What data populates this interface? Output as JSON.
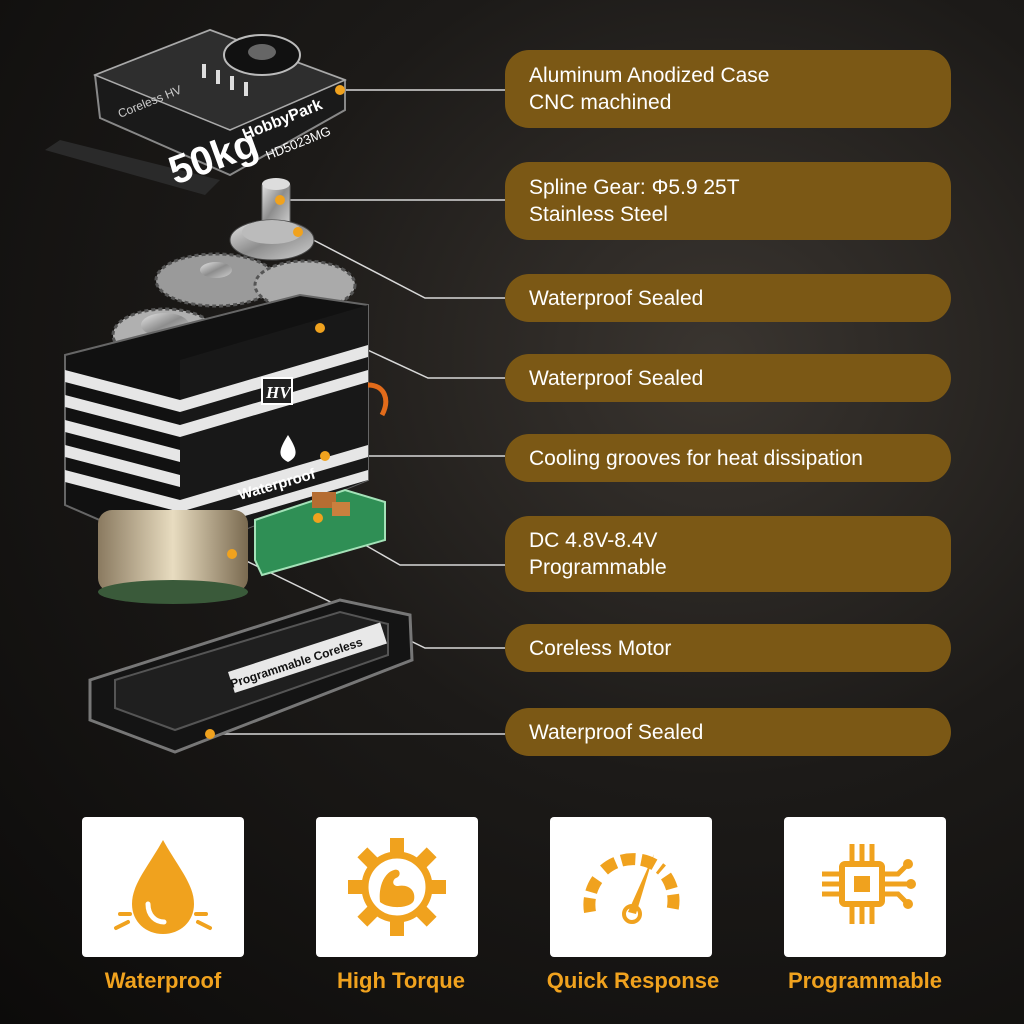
{
  "product": {
    "brand": "HobbyPark",
    "model": "HD5023MG",
    "variant": "Coreless HV",
    "torque": "50kg",
    "case_badge": "HV",
    "waterproof_mark": "Waterproof",
    "bottom_cover_text": "Programmable Coreless"
  },
  "callouts": [
    {
      "line1": "Aluminum Anodized Case",
      "line2": "CNC machined"
    },
    {
      "line1": "Spline Gear: Φ5.9 25T",
      "line2": "Stainless Steel"
    },
    {
      "line1": "Waterproof  Sealed",
      "line2": ""
    },
    {
      "line1": "Waterproof  Sealed",
      "line2": ""
    },
    {
      "line1": "Cooling grooves for heat dissipation",
      "line2": ""
    },
    {
      "line1": "DC 4.8V-8.4V",
      "line2": "Programmable"
    },
    {
      "line1": "Coreless Motor",
      "line2": ""
    },
    {
      "line1": "Waterproof  Sealed",
      "line2": ""
    }
  ],
  "features": [
    {
      "label": "Waterproof",
      "icon": "water-drop-icon"
    },
    {
      "label": "High Torque",
      "icon": "gear-muscle-icon"
    },
    {
      "label": "Quick Response",
      "icon": "speedometer-icon"
    },
    {
      "label": "Programmable",
      "icon": "chip-icon"
    }
  ],
  "colors": {
    "callout_bg": "#7b5815",
    "accent": "#f0a21e",
    "text": "#ffffff"
  }
}
